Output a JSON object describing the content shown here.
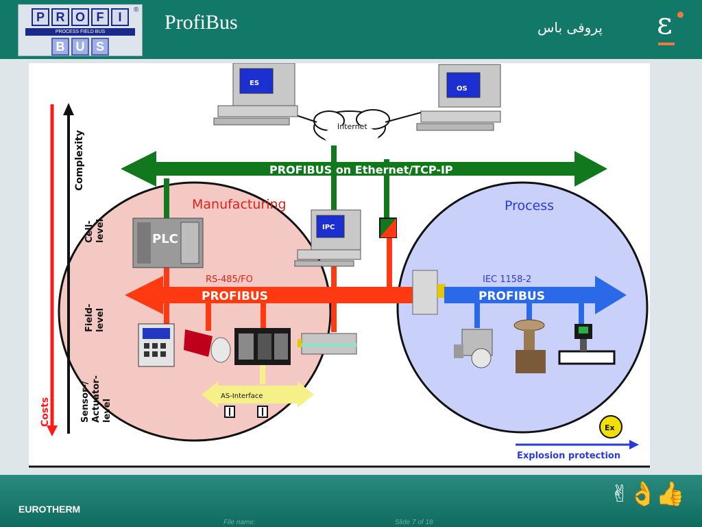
{
  "header": {
    "logo_letters_top": [
      "P",
      "R",
      "O",
      "F",
      "I"
    ],
    "logo_letters_bottom": [
      "B",
      "U",
      "S"
    ],
    "logo_subtitle": "PROCESS FIELD BUS",
    "logo_registered": "®",
    "title": "ProfiBus",
    "title_fa": "پروفی باس"
  },
  "diagram": {
    "axis_complexity": "Complexity",
    "axis_costs": "Costs",
    "level_cell": "Cell-\nlevel",
    "level_field": "Field-\nlevel",
    "level_sensor": "Sensor-/\nActuator-\nlevel",
    "ethernet_bus": "PROFIBUS on Ethernet/TCP-IP",
    "internet": "Internet",
    "es": "ES",
    "os": "OS",
    "manufacturing": "Manufacturing",
    "process": "Process",
    "plc": "PLC",
    "ipc": "IPC",
    "rs485": "RS-485/FO",
    "profibus_left": "PROFIBUS",
    "iec": "IEC 1158-2",
    "profibus_right": "PROFIBUS",
    "asi": "AS-Interface",
    "explosion": "Explosion protection",
    "ex": "Ex"
  },
  "footer": {
    "brand": "EUROTHERM",
    "file_name": "File name:",
    "slide": "Slide 7 of 18",
    "hands": "✌👌👍"
  },
  "colors": {
    "header_bg": "#127868",
    "green_bus": "#12781e",
    "red_bus": "#ff3a12",
    "blue_bus": "#2a6ae8",
    "manufacturing_fill": "#f4c9c4",
    "process_fill": "#c9d0fa"
  }
}
